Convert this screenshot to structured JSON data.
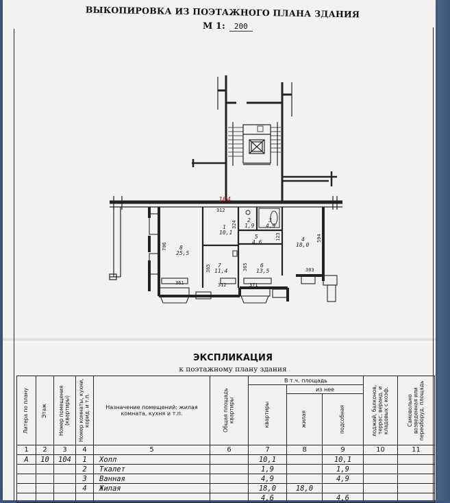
{
  "document": {
    "title": "ВЫКОПИРОВКА ИЗ ПОЭТАЖНОГО ПЛАНА ЗДАНИЯ",
    "scale_label": "М 1:",
    "scale_value": "200"
  },
  "plan": {
    "apartment_number": "104",
    "rooms": [
      {
        "no": "1",
        "area": "10,1"
      },
      {
        "no": "2",
        "area": "1,9"
      },
      {
        "no": "3",
        "area": "4,9"
      },
      {
        "no": "4",
        "area": "18,0"
      },
      {
        "no": "5",
        "area": "4,6"
      },
      {
        "no": "6",
        "area": "13,5"
      },
      {
        "no": "7",
        "area": "11,4"
      },
      {
        "no": "8",
        "area": "25,5"
      }
    ],
    "dimensions": [
      "312",
      "324",
      "123",
      "594",
      "706",
      "365",
      "365",
      "303",
      "361",
      "312",
      "371"
    ]
  },
  "explication": {
    "title": "ЭКСПЛИКАЦИЯ",
    "subtitle": "к поэтажному плану здания",
    "headers": {
      "litera": "Литера по плану",
      "floor": "Этаж",
      "apartment_no": "Номер помещения (квартиры)",
      "room_no": "Номер комнаты, кухни, корид. и т.п.",
      "purpose": "Назначение помещений: жилая комната, кухня и т.п.",
      "total_area": "Общая площадь квартиры",
      "incl_area": "В т.ч. площадь",
      "apartments": "квартиры",
      "of_which": "из нее",
      "living": "жилая",
      "auxiliary": "подсобная",
      "loggias": "лоджий, балконов, террас, веранд, и кладовых с коэф.",
      "unauthorized": "Самовольно возведенная или переоборуд. площадь"
    },
    "column_numbers": [
      "1",
      "2",
      "3",
      "4",
      "5",
      "6",
      "7",
      "8",
      "9",
      "10",
      "11"
    ],
    "rows": [
      {
        "litera": "А",
        "floor": "10",
        "apt": "104",
        "room": "1",
        "name": "Холл",
        "total": "",
        "apt_area": "10,1",
        "living": "",
        "aux": "10,1",
        "loggia": "",
        "unauth": ""
      },
      {
        "litera": "",
        "floor": "",
        "apt": "",
        "room": "2",
        "name": "Ткалет",
        "total": "",
        "apt_area": "1,9",
        "living": "",
        "aux": "1,9",
        "loggia": "",
        "unauth": ""
      },
      {
        "litera": "",
        "floor": "",
        "apt": "",
        "room": "3",
        "name": "Ванная",
        "total": "",
        "apt_area": "4,9",
        "living": "",
        "aux": "4,9",
        "loggia": "",
        "unauth": ""
      },
      {
        "litera": "",
        "floor": "",
        "apt": "",
        "room": "4",
        "name": "Жилая",
        "total": "",
        "apt_area": "18,0",
        "living": "18,0",
        "aux": "",
        "loggia": "",
        "unauth": ""
      },
      {
        "litera": "",
        "floor": "",
        "apt": "",
        "room": "",
        "name": "",
        "total": "",
        "apt_area": "4,6",
        "living": "",
        "aux": "4,6",
        "loggia": "",
        "unauth": ""
      }
    ]
  }
}
